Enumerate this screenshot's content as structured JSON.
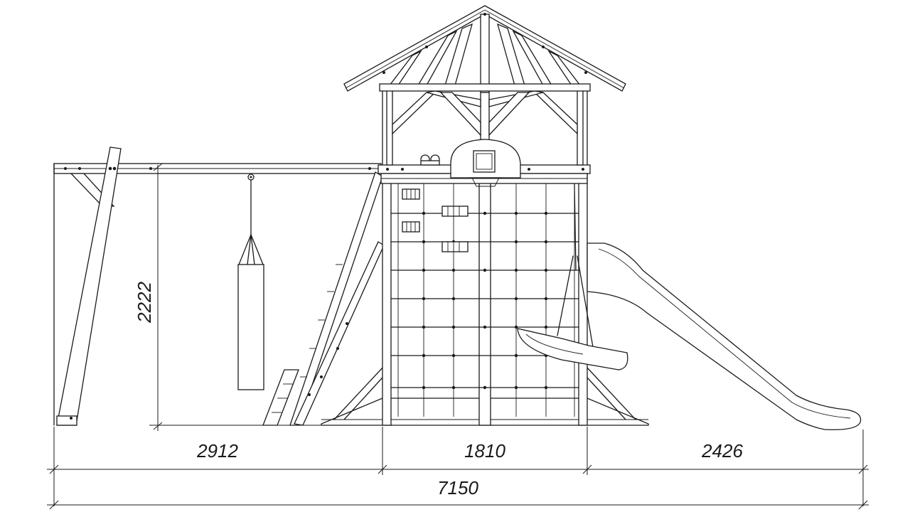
{
  "dimensions": {
    "swing_height": "2222",
    "swing_width": "2912",
    "tower_width": "1810",
    "slide_width": "2426",
    "total_width": "7150"
  }
}
